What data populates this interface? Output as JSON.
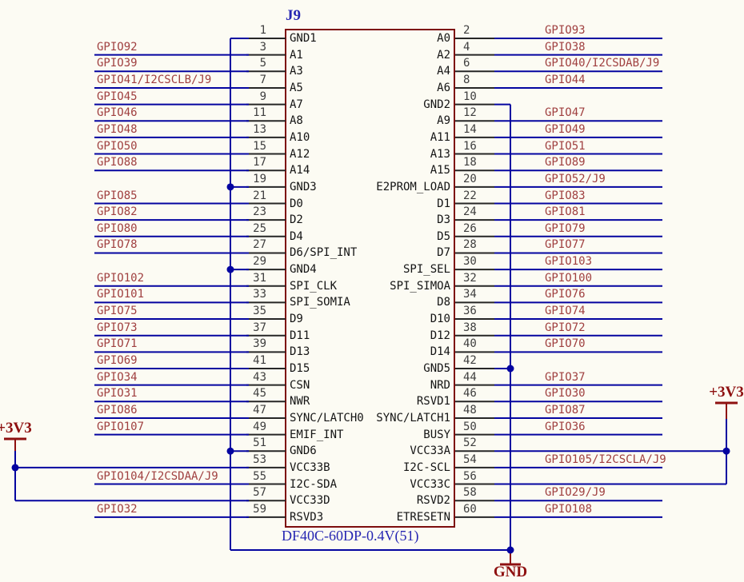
{
  "component": {
    "designator": "J9",
    "part_number": "DF40C-60DP-0.4V(51)"
  },
  "power": {
    "p3v3_left": "+3V3",
    "p3v3_right": "+3V3",
    "gnd": "GND"
  },
  "colors": {
    "background": "#FCFBF3",
    "wire": "#0404A0",
    "component_outline": "#7D0D0D",
    "pin_stub": "#262626",
    "pin_number": "#3F3F3F",
    "pin_name": "#141414",
    "net_label": "#A04040",
    "power": "#8E1010",
    "designator": "#2626B2"
  },
  "rows": [
    {
      "left": {
        "num": "1",
        "name": "GND1",
        "net": null,
        "conn": "gnd"
      },
      "right": {
        "num": "2",
        "name": "A0",
        "net": "GPIO93",
        "conn": null
      }
    },
    {
      "left": {
        "num": "3",
        "name": "A1",
        "net": "GPIO92",
        "conn": null
      },
      "right": {
        "num": "4",
        "name": "A2",
        "net": "GPIO38",
        "conn": null
      }
    },
    {
      "left": {
        "num": "5",
        "name": "A3",
        "net": "GPIO39",
        "conn": null
      },
      "right": {
        "num": "6",
        "name": "A4",
        "net": "GPIO40/I2CSDAB/J9",
        "conn": null
      }
    },
    {
      "left": {
        "num": "7",
        "name": "A5",
        "net": "GPIO41/I2CSCLB/J9",
        "conn": null
      },
      "right": {
        "num": "8",
        "name": "A6",
        "net": "GPIO44",
        "conn": null
      }
    },
    {
      "left": {
        "num": "9",
        "name": "A7",
        "net": "GPIO45",
        "conn": null
      },
      "right": {
        "num": "10",
        "name": "GND2",
        "net": null,
        "conn": "gnd"
      }
    },
    {
      "left": {
        "num": "11",
        "name": "A8",
        "net": "GPIO46",
        "conn": null
      },
      "right": {
        "num": "12",
        "name": "A9",
        "net": "GPIO47",
        "conn": null
      }
    },
    {
      "left": {
        "num": "13",
        "name": "A10",
        "net": "GPIO48",
        "conn": null
      },
      "right": {
        "num": "14",
        "name": "A11",
        "net": "GPIO49",
        "conn": null
      }
    },
    {
      "left": {
        "num": "15",
        "name": "A12",
        "net": "GPIO50",
        "conn": null
      },
      "right": {
        "num": "16",
        "name": "A13",
        "net": "GPIO51",
        "conn": null
      }
    },
    {
      "left": {
        "num": "17",
        "name": "A14",
        "net": "GPIO88",
        "conn": null
      },
      "right": {
        "num": "18",
        "name": "A15",
        "net": "GPIO89",
        "conn": null
      }
    },
    {
      "left": {
        "num": "19",
        "name": "GND3",
        "net": null,
        "conn": "gnd"
      },
      "right": {
        "num": "20",
        "name": "E2PROM_LOAD",
        "net": "GPIO52/J9",
        "conn": null
      }
    },
    {
      "left": {
        "num": "21",
        "name": "D0",
        "net": "GPIO85",
        "conn": null
      },
      "right": {
        "num": "22",
        "name": "D1",
        "net": "GPIO83",
        "conn": null
      }
    },
    {
      "left": {
        "num": "23",
        "name": "D2",
        "net": "GPIO82",
        "conn": null
      },
      "right": {
        "num": "24",
        "name": "D3",
        "net": "GPIO81",
        "conn": null
      }
    },
    {
      "left": {
        "num": "25",
        "name": "D4",
        "net": "GPIO80",
        "conn": null
      },
      "right": {
        "num": "26",
        "name": "D5",
        "net": "GPIO79",
        "conn": null
      }
    },
    {
      "left": {
        "num": "27",
        "name": "D6/SPI_INT",
        "net": "GPIO78",
        "conn": null
      },
      "right": {
        "num": "28",
        "name": "D7",
        "net": "GPIO77",
        "conn": null
      }
    },
    {
      "left": {
        "num": "29",
        "name": "GND4",
        "net": null,
        "conn": "gnd"
      },
      "right": {
        "num": "30",
        "name": "SPI_SEL",
        "net": "GPIO103",
        "conn": null
      }
    },
    {
      "left": {
        "num": "31",
        "name": "SPI_CLK",
        "net": "GPIO102",
        "conn": null
      },
      "right": {
        "num": "32",
        "name": "SPI_SIMOA",
        "net": "GPIO100",
        "conn": null
      }
    },
    {
      "left": {
        "num": "33",
        "name": "SPI_SOMIA",
        "net": "GPIO101",
        "conn": null
      },
      "right": {
        "num": "34",
        "name": "D8",
        "net": "GPIO76",
        "conn": null
      }
    },
    {
      "left": {
        "num": "35",
        "name": "D9",
        "net": "GPIO75",
        "conn": null
      },
      "right": {
        "num": "36",
        "name": "D10",
        "net": "GPIO74",
        "conn": null
      }
    },
    {
      "left": {
        "num": "37",
        "name": "D11",
        "net": "GPIO73",
        "conn": null
      },
      "right": {
        "num": "38",
        "name": "D12",
        "net": "GPIO72",
        "conn": null
      }
    },
    {
      "left": {
        "num": "39",
        "name": "D13",
        "net": "GPIO71",
        "conn": null
      },
      "right": {
        "num": "40",
        "name": "D14",
        "net": "GPIO70",
        "conn": null
      }
    },
    {
      "left": {
        "num": "41",
        "name": "D15",
        "net": "GPIO69",
        "conn": null
      },
      "right": {
        "num": "42",
        "name": "GND5",
        "net": null,
        "conn": "gnd"
      }
    },
    {
      "left": {
        "num": "43",
        "name": "CSN",
        "net": "GPIO34",
        "conn": null
      },
      "right": {
        "num": "44",
        "name": "NRD",
        "net": "GPIO37",
        "conn": null
      }
    },
    {
      "left": {
        "num": "45",
        "name": "NWR",
        "net": "GPIO31",
        "conn": null
      },
      "right": {
        "num": "46",
        "name": "RSVD1",
        "net": "GPIO30",
        "conn": null
      }
    },
    {
      "left": {
        "num": "47",
        "name": "SYNC/LATCH0",
        "net": "GPIO86",
        "conn": null
      },
      "right": {
        "num": "48",
        "name": "SYNC/LATCH1",
        "net": "GPIO87",
        "conn": null
      }
    },
    {
      "left": {
        "num": "49",
        "name": "EMIF_INT",
        "net": "GPIO107",
        "conn": null
      },
      "right": {
        "num": "50",
        "name": "BUSY",
        "net": "GPIO36",
        "conn": null
      }
    },
    {
      "left": {
        "num": "51",
        "name": "GND6",
        "net": null,
        "conn": "gnd"
      },
      "right": {
        "num": "52",
        "name": "VCC33A",
        "net": null,
        "conn": "p3v3"
      }
    },
    {
      "left": {
        "num": "53",
        "name": "VCC33B",
        "net": null,
        "conn": "p3v3"
      },
      "right": {
        "num": "54",
        "name": "I2C-SCL",
        "net": "GPIO105/I2CSCLA/J9",
        "conn": null
      }
    },
    {
      "left": {
        "num": "55",
        "name": "I2C-SDA",
        "net": "GPIO104/I2CSDAA/J9",
        "conn": null
      },
      "right": {
        "num": "56",
        "name": "VCC33C",
        "net": null,
        "conn": "p3v3"
      }
    },
    {
      "left": {
        "num": "57",
        "name": "VCC33D",
        "net": null,
        "conn": "p3v3"
      },
      "right": {
        "num": "58",
        "name": "RSVD2",
        "net": "GPIO29/J9",
        "conn": null
      }
    },
    {
      "left": {
        "num": "59",
        "name": "RSVD3",
        "net": "GPIO32",
        "conn": null
      },
      "right": {
        "num": "60",
        "name": "ETRESETN",
        "net": "GPIO108",
        "conn": null
      }
    }
  ]
}
